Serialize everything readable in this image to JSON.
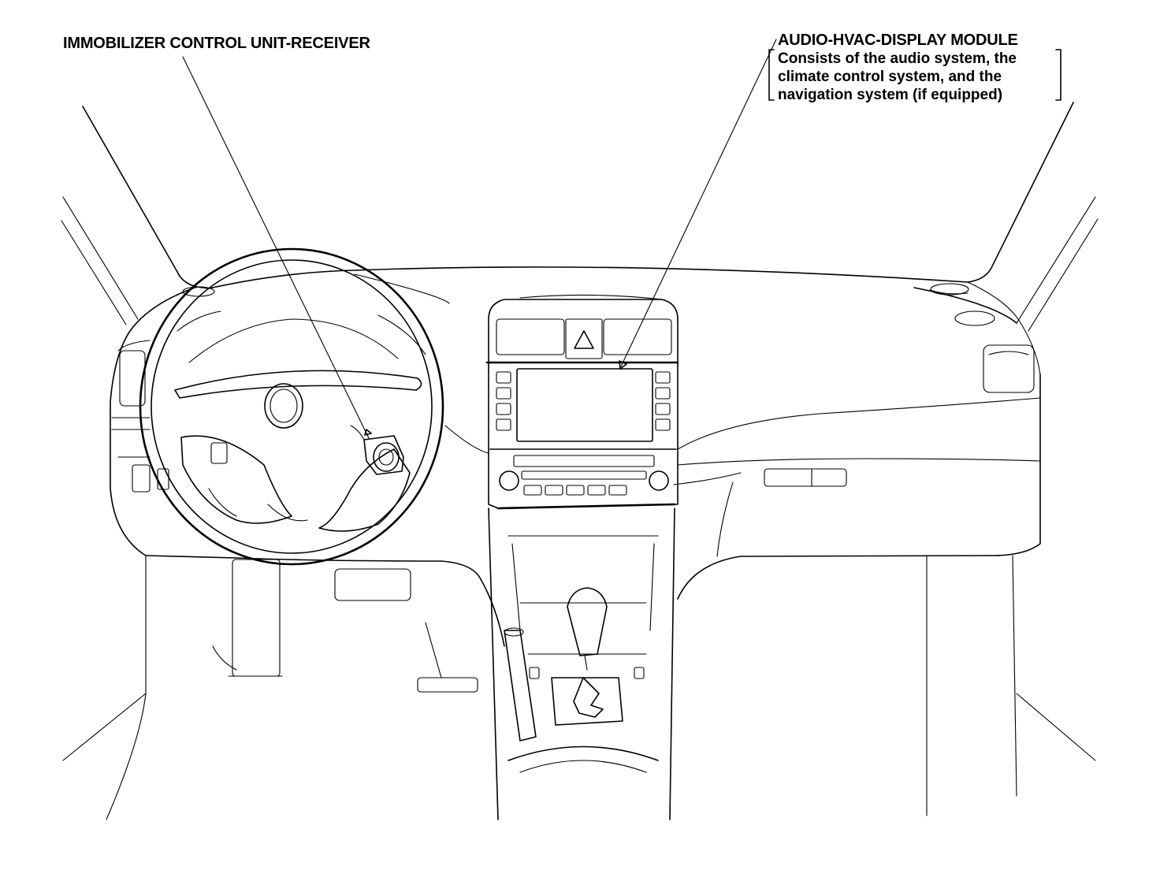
{
  "callouts": {
    "immobilizer": {
      "title": "IMMOBILIZER CONTROL UNIT-RECEIVER"
    },
    "audio_module": {
      "title": "AUDIO-HVAC-DISPLAY MODULE",
      "description_lines": [
        "Consists of the audio system, the",
        "climate control system, and the",
        "navigation system (if equipped)"
      ]
    }
  }
}
